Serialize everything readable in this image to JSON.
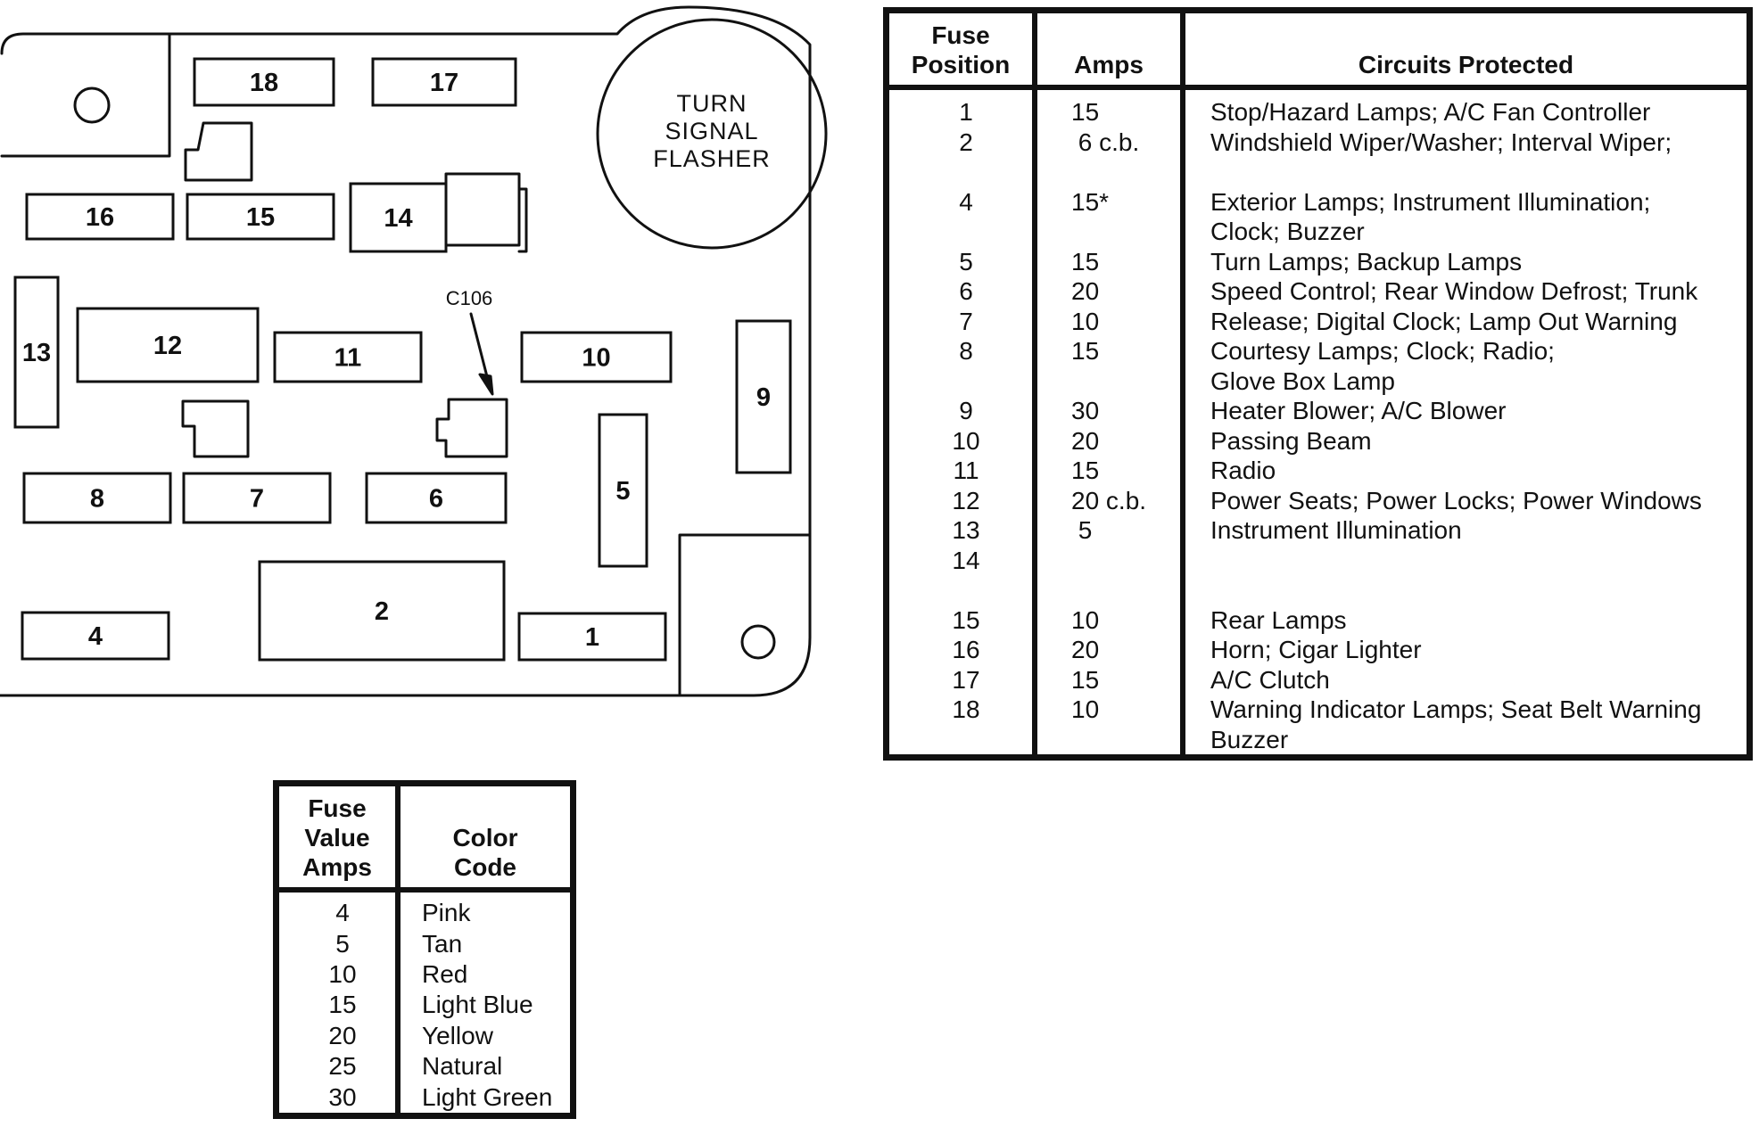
{
  "diagram": {
    "fuse_slots": [
      "18",
      "17",
      "16",
      "15",
      "14",
      "13",
      "12",
      "11",
      "10",
      "9",
      "8",
      "7",
      "6",
      "5",
      "4",
      "2",
      "1"
    ],
    "flasher_label": [
      "TURN",
      "SIGNAL",
      "FLASHER"
    ],
    "connector_label": "C106"
  },
  "fuse_table": {
    "headers": {
      "position": [
        "Fuse",
        "Position"
      ],
      "amps": "Amps",
      "circuits": "Circuits Protected"
    },
    "rows": [
      {
        "position": "1",
        "amps": "15",
        "circuits": [
          "Stop/Hazard Lamps; A/C Fan Controller"
        ]
      },
      {
        "position": "2",
        "amps": " 6 c.b.",
        "circuits": [
          "Windshield Wiper/Washer; Interval Wiper;"
        ]
      },
      {
        "position": "",
        "amps": "",
        "circuits": [
          ""
        ]
      },
      {
        "position": "4",
        "amps": "15*",
        "circuits": [
          "Exterior Lamps; Instrument Illumination;",
          "Clock; Buzzer"
        ]
      },
      {
        "position": "5",
        "amps": "15",
        "circuits": [
          "Turn Lamps; Backup Lamps"
        ]
      },
      {
        "position": "6",
        "amps": "20",
        "circuits": [
          "Speed Control; Rear Window Defrost; Trunk"
        ]
      },
      {
        "position": "7",
        "amps": "10",
        "circuits": [
          "Release; Digital Clock; Lamp Out Warning"
        ]
      },
      {
        "position": "8",
        "amps": "15",
        "circuits": [
          "Courtesy Lamps; Clock; Radio;",
          "Glove Box Lamp"
        ]
      },
      {
        "position": "9",
        "amps": "30",
        "circuits": [
          "Heater Blower; A/C Blower"
        ]
      },
      {
        "position": "10",
        "amps": "20",
        "circuits": [
          "Passing Beam"
        ]
      },
      {
        "position": "11",
        "amps": "15",
        "circuits": [
          "Radio"
        ]
      },
      {
        "position": "12",
        "amps": "20 c.b.",
        "circuits": [
          "Power Seats; Power Locks; Power Windows"
        ]
      },
      {
        "position": "13",
        "amps": " 5",
        "circuits": [
          "Instrument Illumination"
        ]
      },
      {
        "position": "14",
        "amps": "",
        "circuits": [
          ""
        ]
      },
      {
        "position": "",
        "amps": "",
        "circuits": [
          ""
        ]
      },
      {
        "position": "15",
        "amps": "10",
        "circuits": [
          "Rear Lamps"
        ]
      },
      {
        "position": "16",
        "amps": "20",
        "circuits": [
          "Horn; Cigar Lighter"
        ]
      },
      {
        "position": "17",
        "amps": "15",
        "circuits": [
          "A/C Clutch"
        ]
      },
      {
        "position": "18",
        "amps": "10",
        "circuits": [
          "Warning Indicator Lamps; Seat Belt Warning",
          "Buzzer"
        ]
      }
    ]
  },
  "color_table": {
    "headers": {
      "value": [
        "Fuse",
        "Value",
        "Amps"
      ],
      "color": [
        "Color",
        "Code"
      ]
    },
    "rows": [
      {
        "amps": "4",
        "color": "Pink"
      },
      {
        "amps": "5",
        "color": "Tan"
      },
      {
        "amps": "10",
        "color": "Red"
      },
      {
        "amps": "15",
        "color": "Light Blue"
      },
      {
        "amps": "20",
        "color": "Yellow"
      },
      {
        "amps": "25",
        "color": "Natural"
      },
      {
        "amps": "30",
        "color": "Light Green"
      }
    ]
  }
}
